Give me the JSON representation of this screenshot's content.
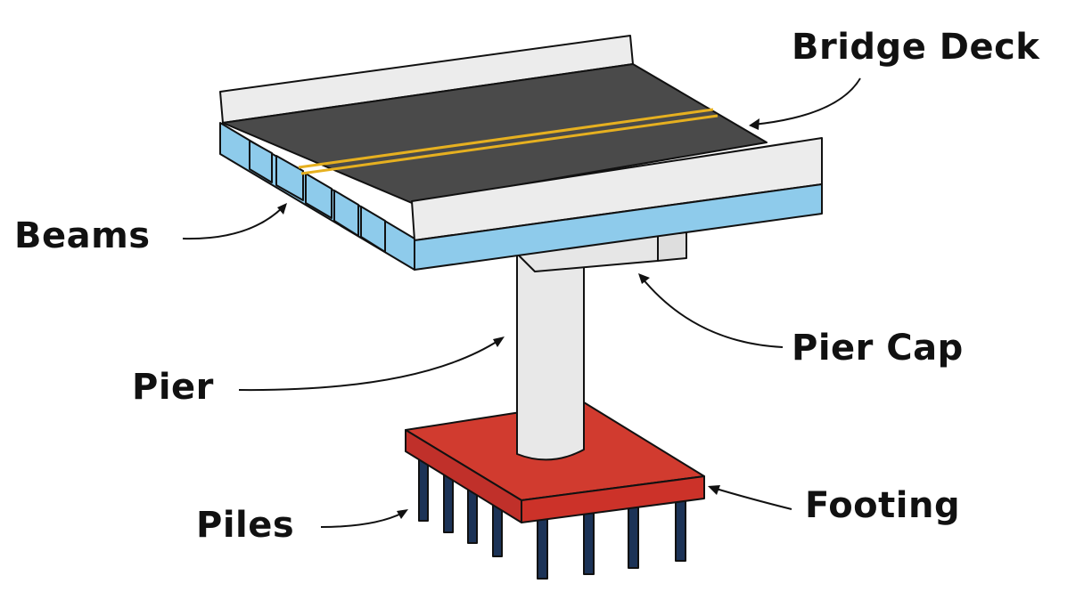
{
  "labels": {
    "bridge_deck": "Bridge Deck",
    "beams": "Beams",
    "pier_cap": "Pier Cap",
    "pier": "Pier",
    "footing": "Footing",
    "piles": "Piles"
  },
  "colors": {
    "asphalt": "#4a4a4a",
    "curb": "#ececec",
    "beam": "#8ecbeb",
    "lane_line": "#e6b020",
    "footing": "#cc3229",
    "pile": "#1c3357",
    "outline": "#111111"
  }
}
